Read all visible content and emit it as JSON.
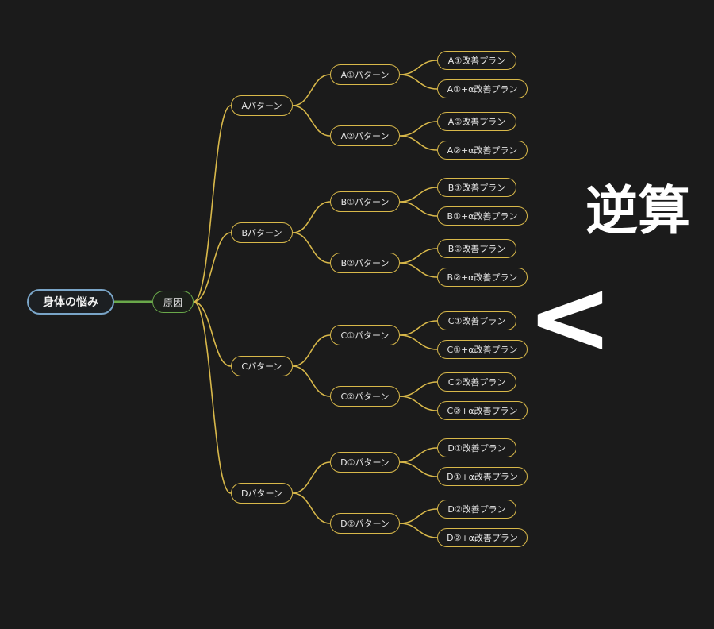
{
  "root": {
    "label": "身体の悩み"
  },
  "cause": {
    "label": "原因"
  },
  "patterns": [
    {
      "label": "Aパターン",
      "subs": [
        {
          "label": "A①パターン",
          "plans": [
            "A①改善プラン",
            "A①+α改善プラン"
          ]
        },
        {
          "label": "A②パターン",
          "plans": [
            "A②改善プラン",
            "A②+α改善プラン"
          ]
        }
      ]
    },
    {
      "label": "Bパターン",
      "subs": [
        {
          "label": "B①パターン",
          "plans": [
            "B①改善プラン",
            "B①+α改善プラン"
          ]
        },
        {
          "label": "B②パターン",
          "plans": [
            "B②改善プラン",
            "B②+α改善プラン"
          ]
        }
      ]
    },
    {
      "label": "Cパターン",
      "subs": [
        {
          "label": "C①パターン",
          "plans": [
            "C①改善プラン",
            "C①+α改善プラン"
          ]
        },
        {
          "label": "C②パターン",
          "plans": [
            "C②改善プラン",
            "C②+α改善プラン"
          ]
        }
      ]
    },
    {
      "label": "Dパターン",
      "subs": [
        {
          "label": "D①パターン",
          "plans": [
            "D①改善プラン",
            "D①+α改善プラン"
          ]
        },
        {
          "label": "D②パターン",
          "plans": [
            "D②改善プラン",
            "D②+α改善プラン"
          ]
        }
      ]
    }
  ],
  "annotation": {
    "text": "逆算",
    "symbol": "<"
  },
  "colors": {
    "background": "#1b1b1b",
    "branch": "#d8b84a",
    "root_border": "#7aa5c8",
    "cause_border": "#6aa84a",
    "text": "#e6e6e6"
  }
}
